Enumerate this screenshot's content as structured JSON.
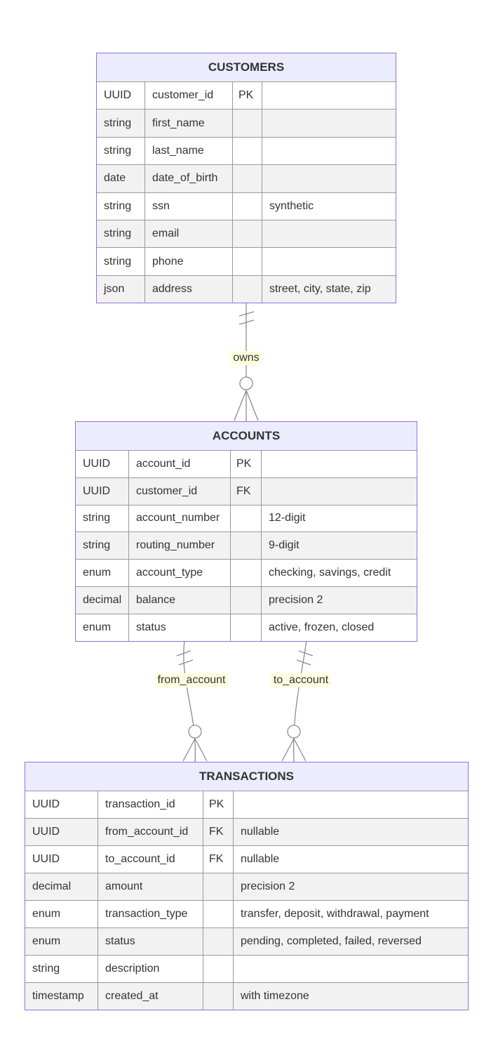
{
  "colors": {
    "entity_border": "#9370DB",
    "header_bg": "#ECECFF",
    "row_bg": "#ffffff",
    "row_alt_bg": "#f2f2f2",
    "grid_line": "#999999",
    "relation_line": "#8c8c8c",
    "label_bg": "#feffde",
    "text": "#333333"
  },
  "entities": {
    "customers": {
      "title": "CUSTOMERS",
      "rows": [
        {
          "type": "UUID",
          "name": "customer_id",
          "key": "PK",
          "comment": ""
        },
        {
          "type": "string",
          "name": "first_name",
          "key": "",
          "comment": ""
        },
        {
          "type": "string",
          "name": "last_name",
          "key": "",
          "comment": ""
        },
        {
          "type": "date",
          "name": "date_of_birth",
          "key": "",
          "comment": ""
        },
        {
          "type": "string",
          "name": "ssn",
          "key": "",
          "comment": "synthetic"
        },
        {
          "type": "string",
          "name": "email",
          "key": "",
          "comment": ""
        },
        {
          "type": "string",
          "name": "phone",
          "key": "",
          "comment": ""
        },
        {
          "type": "json",
          "name": "address",
          "key": "",
          "comment": "street, city, state, zip"
        }
      ]
    },
    "accounts": {
      "title": "ACCOUNTS",
      "rows": [
        {
          "type": "UUID",
          "name": "account_id",
          "key": "PK",
          "comment": ""
        },
        {
          "type": "UUID",
          "name": "customer_id",
          "key": "FK",
          "comment": ""
        },
        {
          "type": "string",
          "name": "account_number",
          "key": "",
          "comment": "12-digit"
        },
        {
          "type": "string",
          "name": "routing_number",
          "key": "",
          "comment": "9-digit"
        },
        {
          "type": "enum",
          "name": "account_type",
          "key": "",
          "comment": "checking, savings, credit"
        },
        {
          "type": "decimal",
          "name": "balance",
          "key": "",
          "comment": "precision 2"
        },
        {
          "type": "enum",
          "name": "status",
          "key": "",
          "comment": "active, frozen, closed"
        }
      ]
    },
    "transactions": {
      "title": "TRANSACTIONS",
      "rows": [
        {
          "type": "UUID",
          "name": "transaction_id",
          "key": "PK",
          "comment": ""
        },
        {
          "type": "UUID",
          "name": "from_account_id",
          "key": "FK",
          "comment": "nullable"
        },
        {
          "type": "UUID",
          "name": "to_account_id",
          "key": "FK",
          "comment": "nullable"
        },
        {
          "type": "decimal",
          "name": "amount",
          "key": "",
          "comment": "precision 2"
        },
        {
          "type": "enum",
          "name": "transaction_type",
          "key": "",
          "comment": "transfer, deposit, withdrawal, payment"
        },
        {
          "type": "enum",
          "name": "status",
          "key": "",
          "comment": "pending, completed, failed, reversed"
        },
        {
          "type": "string",
          "name": "description",
          "key": "",
          "comment": ""
        },
        {
          "type": "timestamp",
          "name": "created_at",
          "key": "",
          "comment": "with timezone"
        }
      ]
    }
  },
  "relationships": {
    "owns": {
      "label": "owns",
      "from": "CUSTOMERS",
      "to": "ACCOUNTS",
      "cardinality": "one-to-zero-or-many"
    },
    "from_account": {
      "label": "from_account",
      "from": "ACCOUNTS",
      "to": "TRANSACTIONS",
      "cardinality": "one-to-zero-or-many"
    },
    "to_account": {
      "label": "to_account",
      "from": "ACCOUNTS",
      "to": "TRANSACTIONS",
      "cardinality": "one-to-zero-or-many"
    }
  }
}
